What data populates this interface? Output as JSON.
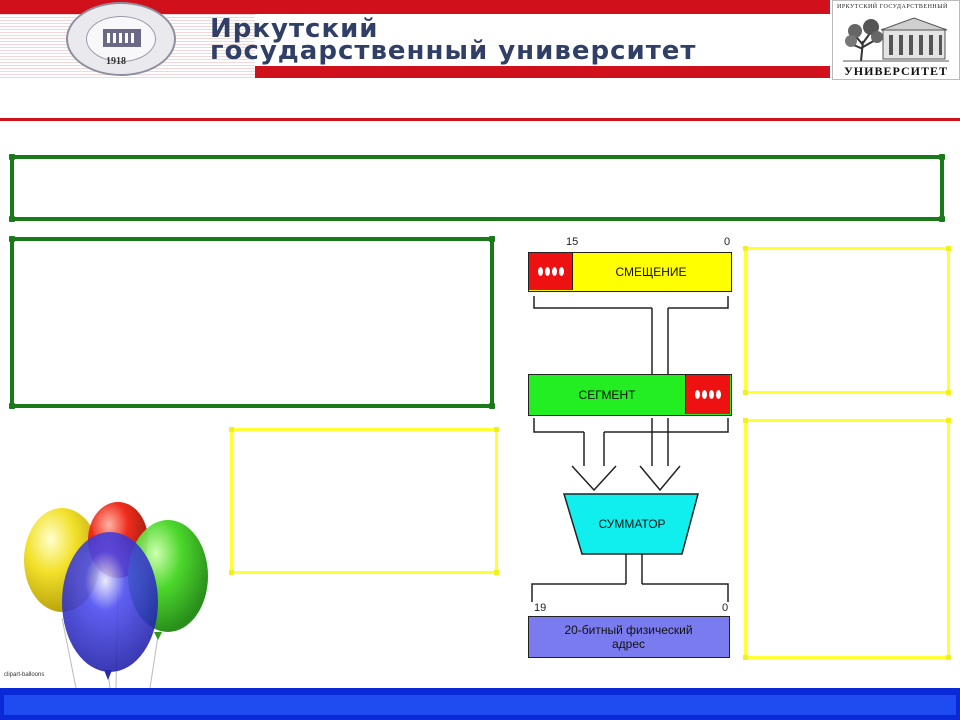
{
  "header": {
    "title_line1": "Иркутский",
    "title_line2": "государственный университет",
    "seal_year": "1918",
    "logo_top_text": "ИРКУТСКИЙ ГОСУДАРСТВЕННЫЙ",
    "logo_bottom_text": "УНИВЕРСИТЕТ",
    "colors": {
      "red": "#d0101a",
      "title": "#2f3f66",
      "logo": "#111111"
    }
  },
  "diagram": {
    "offset_register": {
      "label": "СМЕЩЕНИЕ",
      "zeros": "0000",
      "bit_high": "15",
      "bit_low": "0",
      "colors": {
        "zeros_bg": "#ee1111",
        "body_bg": "#ffff00"
      }
    },
    "segment_register": {
      "label": "СЕГМЕНТ",
      "zeros": "0000",
      "colors": {
        "body_bg": "#22ee22",
        "zeros_bg": "#ee1111"
      }
    },
    "adder": {
      "label": "СУММАТОР",
      "color": "#11eeee"
    },
    "physical_address": {
      "label_line1": "20-битный физический",
      "label_line2": "адрес",
      "bit_high": "19",
      "bit_low": "0",
      "color": "#7b7bf0"
    }
  },
  "footer": {
    "credit": "clipart-balloons",
    "bar_color": "#0a2ad8"
  },
  "icons": [
    "university-seal-icon",
    "university-logo-icon",
    "balloons-icon"
  ]
}
